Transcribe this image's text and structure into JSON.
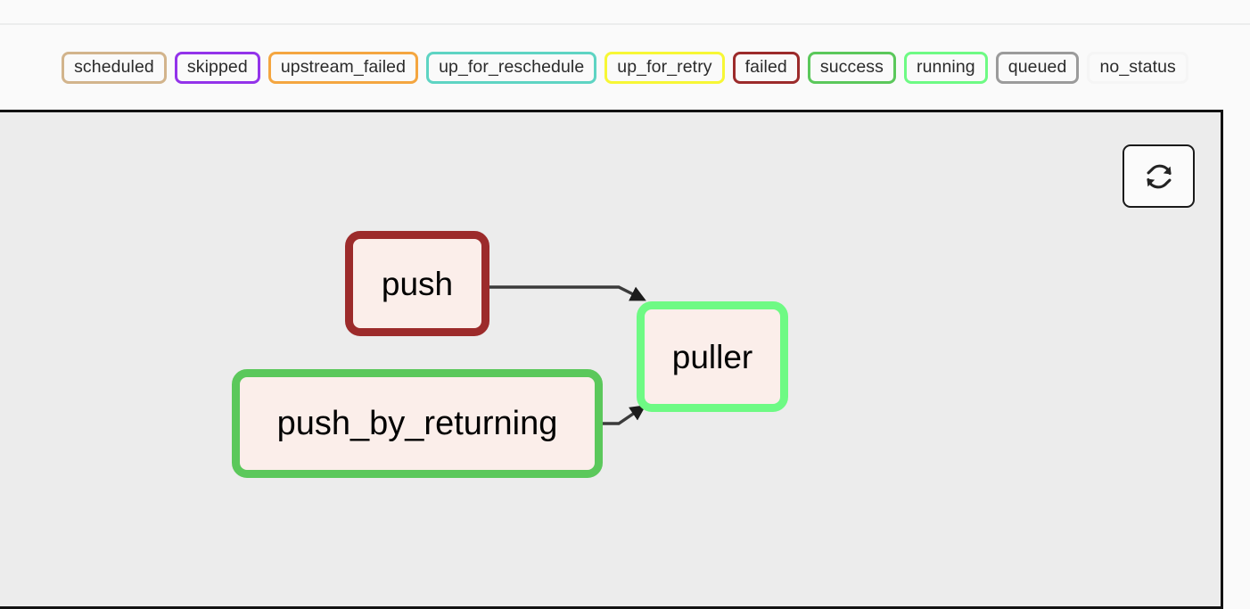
{
  "legend": {
    "name": "task-state-legend",
    "items": [
      {
        "label": "scheduled",
        "color": "#d2b48c"
      },
      {
        "label": "skipped",
        "color": "#9333ea"
      },
      {
        "label": "upstream_failed",
        "color": "#f4a640"
      },
      {
        "label": "up_for_reschedule",
        "color": "#5ed4c3"
      },
      {
        "label": "up_for_retry",
        "color": "#f7f735"
      },
      {
        "label": "failed",
        "color": "#9c2b2b"
      },
      {
        "label": "success",
        "color": "#5bc85b"
      },
      {
        "label": "running",
        "color": "#6efa84"
      },
      {
        "label": "queued",
        "color": "#9b9b9b"
      },
      {
        "label": "no_status",
        "color": "#f5f5f5"
      }
    ]
  },
  "graph": {
    "refresh_button_label": "refresh-icon",
    "nodes": [
      {
        "id": "push",
        "label": "push",
        "state": "failed",
        "border_color": "#9c2b2b",
        "fill_color": "#fbeeea"
      },
      {
        "id": "push_by_returning",
        "label": "push_by_returning",
        "state": "success",
        "border_color": "#5bc85b",
        "fill_color": "#fbeeea"
      },
      {
        "id": "puller",
        "label": "puller",
        "state": "running",
        "border_color": "#6efa84",
        "fill_color": "#fbeeea"
      }
    ],
    "edges": [
      {
        "from": "push",
        "to": "puller"
      },
      {
        "from": "push_by_returning",
        "to": "puller"
      }
    ],
    "edge_color": "#3b3b3b",
    "background_color": "#ececec"
  }
}
